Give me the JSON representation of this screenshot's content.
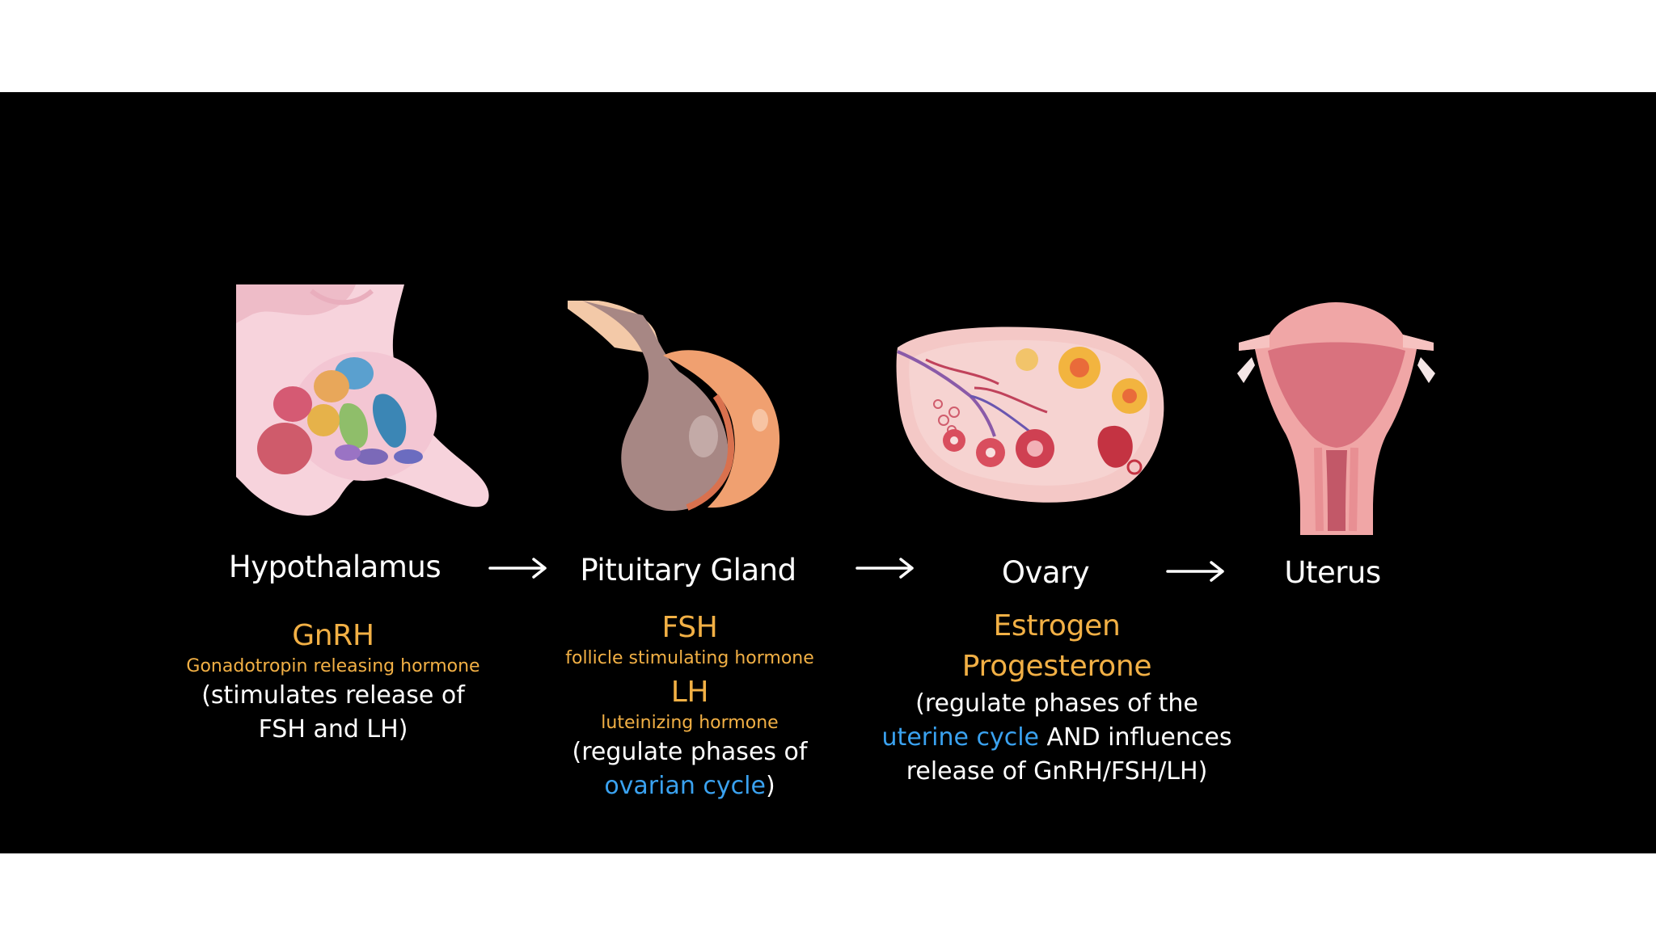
{
  "stages": {
    "hypothalamus": {
      "name": "Hypothalamus",
      "hormone": "GnRH",
      "hormone_full": "Gonadotropin releasing hormone",
      "note_line1": "(stimulates release of",
      "note_line2": "FSH and LH)"
    },
    "pituitary": {
      "name": "Pituitary Gland",
      "hormone1": "FSH",
      "hormone1_full": "follicle stimulating hormone",
      "hormone2": "LH",
      "hormone2_full": "luteinizing hormone",
      "note_line1": "(regulate phases of",
      "note_link": "ovarian cycle",
      "note_close": ")"
    },
    "ovary": {
      "name": "Ovary",
      "hormone1": "Estrogen",
      "hormone2": "Progesterone",
      "note_line1": "(regulate phases of the",
      "note_link": "uterine cycle",
      "note_line2_rest": " AND influences",
      "note_line3": "release of GnRH/FSH/LH)"
    },
    "uterus": {
      "name": "Uterus"
    }
  },
  "arrow_glyph": "→",
  "colors": {
    "background": "#000000",
    "page": "#ffffff",
    "hormone": "#f2b045",
    "highlight": "#3aa2f0",
    "text": "#ffffff"
  },
  "icons": [
    "hypothalamus-illustration",
    "pituitary-gland-illustration",
    "ovary-illustration",
    "uterus-illustration",
    "arrow-right-icon"
  ]
}
